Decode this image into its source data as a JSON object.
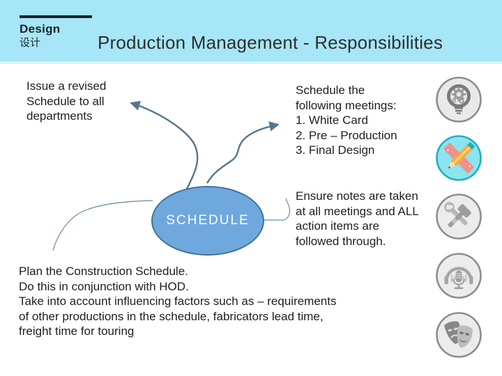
{
  "slide": {
    "logo": {
      "brand": "Design",
      "brand_zh": "设计"
    },
    "title": "Production Management - Responsibilities"
  },
  "diagram": {
    "center_label": "SCHEDULE",
    "issue_text": "Issue a revised\nSchedule to all\ndepartments",
    "meetings_text": "Schedule the\nfollowing meetings:\n1. White Card\n2. Pre – Production\n3. Final Design",
    "notes_text": "Ensure notes are taken\nat all meetings and ALL\naction items are\nfollowed through.",
    "plan_text": "Plan the Construction Schedule.\nDo this in conjunction with HOD.\nTake into account influencing factors such as – requirements\nof other productions in the schedule, fabricators lead time,\nfreight time for touring"
  },
  "icons": [
    {
      "name": "idea-lightbulb-gear-icon"
    },
    {
      "name": "design-pencil-ruler-icon"
    },
    {
      "name": "construction-tools-icon"
    },
    {
      "name": "audio-microphone-icon"
    },
    {
      "name": "theatre-masks-icon"
    }
  ],
  "colors": {
    "header_bg": "#a7e6f7",
    "ellipse_fill": "#6fa8dc",
    "ellipse_border": "#41719c",
    "connector": "#527691",
    "accent_icon_bg": "#8ae5f1",
    "accent_icon_border": "#22adc0"
  }
}
